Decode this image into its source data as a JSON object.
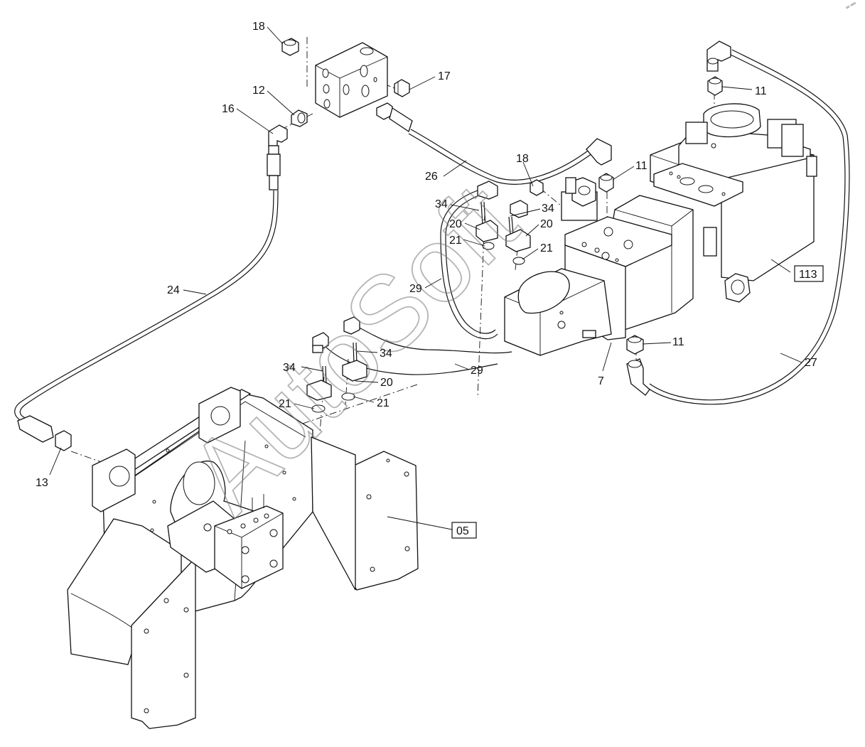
{
  "diagram": {
    "type": "exploded-parts-diagram",
    "watermark_text": "AutoSoft",
    "corner_mark": "ᵒᵒ ᵒᵒᵒ",
    "callouts": [
      {
        "id": "c18a",
        "text": "18"
      },
      {
        "id": "c17",
        "text": "17"
      },
      {
        "id": "c12",
        "text": "12"
      },
      {
        "id": "c16",
        "text": "16"
      },
      {
        "id": "c11a",
        "text": "11"
      },
      {
        "id": "c18b",
        "text": "18"
      },
      {
        "id": "c11b",
        "text": "11"
      },
      {
        "id": "c26",
        "text": "26"
      },
      {
        "id": "c34a",
        "text": "34"
      },
      {
        "id": "c34b",
        "text": "34"
      },
      {
        "id": "c20a",
        "text": "20"
      },
      {
        "id": "c20b",
        "text": "20"
      },
      {
        "id": "c21a",
        "text": "21"
      },
      {
        "id": "c21b",
        "text": "21"
      },
      {
        "id": "c29a",
        "text": "29"
      },
      {
        "id": "c24",
        "text": "24"
      },
      {
        "id": "c11c",
        "text": "11"
      },
      {
        "id": "c27",
        "text": "27"
      },
      {
        "id": "c7",
        "text": "7"
      },
      {
        "id": "c34c",
        "text": "34"
      },
      {
        "id": "c34d",
        "text": "34"
      },
      {
        "id": "c29b",
        "text": "29"
      },
      {
        "id": "c20c",
        "text": "20"
      },
      {
        "id": "c21c",
        "text": "21"
      },
      {
        "id": "c21d",
        "text": "21"
      },
      {
        "id": "c13",
        "text": "13"
      }
    ],
    "boxed_labels": [
      {
        "id": "b113",
        "text": "113"
      },
      {
        "id": "b05",
        "text": "05"
      }
    ]
  }
}
